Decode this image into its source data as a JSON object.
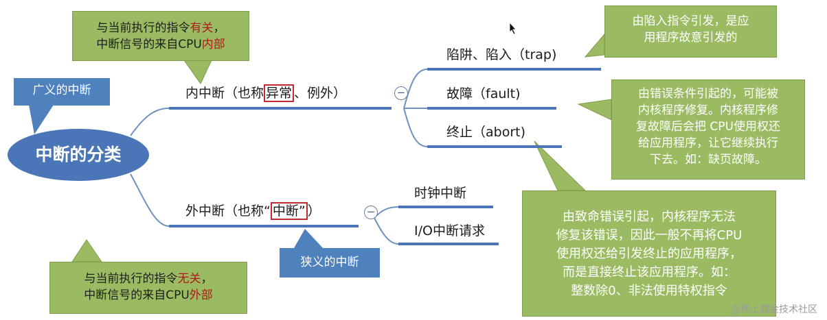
{
  "root": {
    "label": "中断的分类"
  },
  "broad_tag": "广义的中断",
  "narrow_tag": "狭义的中断",
  "internal": {
    "label_pre": "内中断（也称",
    "label_boxed": "异常",
    "label_post": "、例外）",
    "note_line1_pre": "与当前执行的指令",
    "note_line1_red": "有关",
    "note_line1_post": "，",
    "note_line2_pre": "中断信号的来自CPU",
    "note_line2_red": "内部",
    "children": [
      {
        "label": "陷阱、陷入（trap)"
      },
      {
        "label": "故障（fault)"
      },
      {
        "label": "终止（abort)"
      }
    ]
  },
  "external": {
    "label_pre": "外中断（也称“",
    "label_boxed": "中断”",
    "label_post": "）",
    "note_line1_pre": "与当前执行的指令",
    "note_line1_red": "无关",
    "note_line1_post": "，",
    "note_line2_pre": "中断信号的来自CPU",
    "note_line2_red": "外部",
    "children": [
      {
        "label": "时钟中断"
      },
      {
        "label": "I/O中断请求"
      }
    ]
  },
  "notes": {
    "trap": [
      "由陷入指令引发，是应",
      "用程序故意引发的"
    ],
    "fault": [
      "由错误条件引起的，可能被",
      "内核程序修复。内核程序修",
      "复故障后会把 CPU使用权还",
      "给应用程序，让它继续执行",
      "下去。如：缺页故障。"
    ],
    "abort": [
      "由致命错误引起，内核程序无法",
      "修复该错误，因此一般不再将CPU",
      "使用权还给引发终止的应用程序，",
      "而是直接终止该应用程序。如：",
      "整数除0、非法使用特权指令"
    ]
  },
  "collapse_symbol": "−",
  "watermark": "@稀土掘金技术社区",
  "colors": {
    "branch": "#4a76b8",
    "note_green": "#9bbb63",
    "emphasis_red": "#c0282d"
  }
}
